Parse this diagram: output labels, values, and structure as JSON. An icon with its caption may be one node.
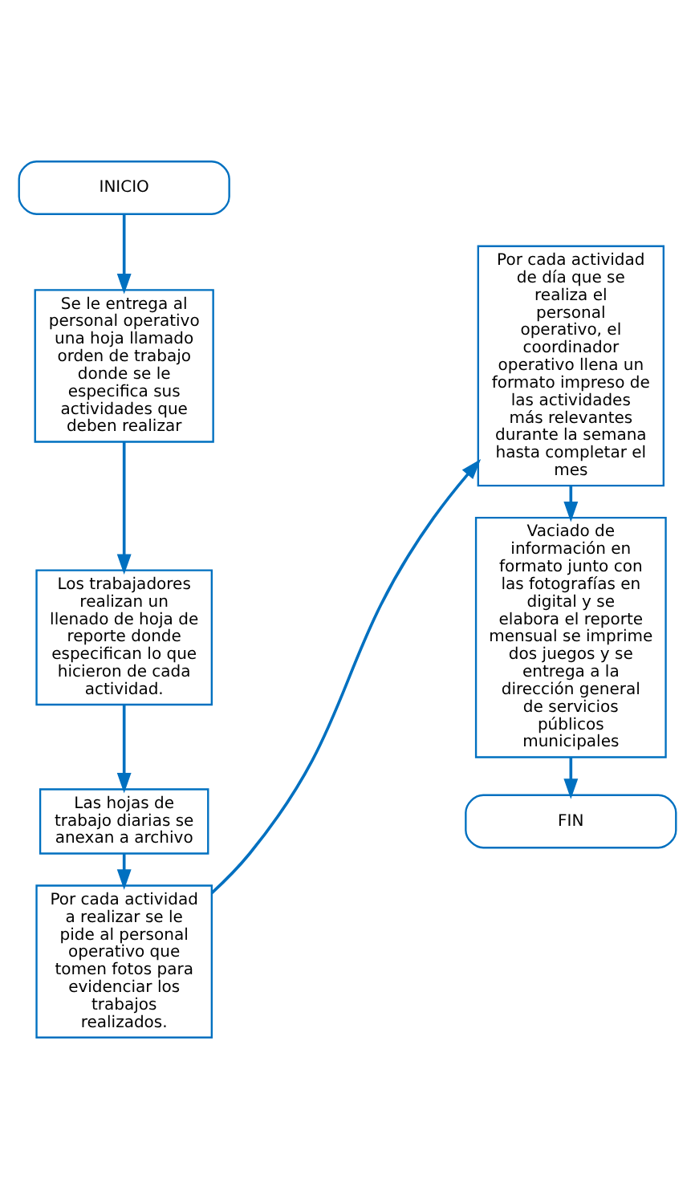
{
  "diagram": {
    "nodes": [
      {
        "text": [
          "INICIO"
        ]
      },
      {
        "text": [
          "Se le entrega al personal operativo una hoja llamado orden de trabajo donde se le especifica sus actividades que deben realizar"
        ]
      },
      {
        "text": [
          "Los trabajadores realizan un llenado de hoja de reporte donde especifican lo que hicieron de cada actividad."
        ]
      },
      {
        "text": [
          "Las hojas de trabajo diarias se anexan a archivo"
        ]
      },
      {
        "text": [
          "Por cada actividad a realizar se le pide al personal operativo que tomen fotos para evidenciar los trabajos realizados."
        ]
      },
      {
        "text": [
          "Por cada actividad de día que se realiza el personal operativo, el coordinador operativo llena un formato impreso de las actividades más relevantes durante la semana hasta completar el mes"
        ]
      },
      {
        "text": [
          "Vaciado de información en formato junto con las fotografías en digital y se elabora el reporte mensual se imprime dos juegos y se entrega a la dirección general de servicios públicos municipales"
        ]
      },
      {
        "text": [
          "FIN"
        ]
      }
    ],
    "edges": [
      {
        "from": 0,
        "to": 1,
        "arrow": "to"
      },
      {
        "from": 1,
        "to": 2,
        "arrow": "to"
      },
      {
        "from": 2,
        "to": 3,
        "arrow": "to"
      },
      {
        "from": 3,
        "to": 4,
        "arrow": "to"
      },
      {
        "from": 4,
        "to": 5,
        "arrow": "to"
      },
      {
        "from": 5,
        "to": 6,
        "arrow": "to"
      },
      {
        "from": 6,
        "to": 7,
        "arrow": "to"
      }
    ]
  }
}
